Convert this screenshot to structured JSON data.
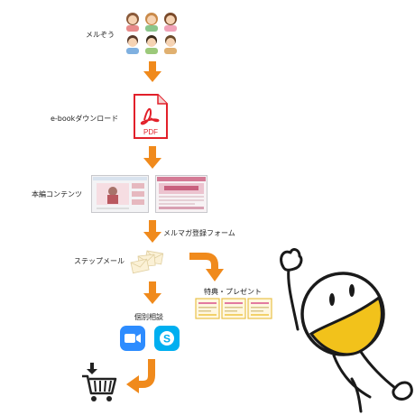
{
  "flow": {
    "step1_label": "メルぞう",
    "step2_label": "e-bookダウンロード",
    "step3_label": "本編コンテンツ",
    "step4_label": "メルマガ登録フォーム",
    "step5_label": "ステップメール",
    "step6_label": "特典・プレゼント",
    "step7_label": "個別相談"
  },
  "pdf_icon": {
    "caption": "PDF"
  },
  "colors": {
    "arrow": "#f08a1c",
    "pdf_red": "#e2202a",
    "zoom_blue": "#2d8cff",
    "skype_blue": "#00aff0",
    "character_yellow": "#f2c21b"
  },
  "icons": [
    "people-group-icon",
    "pdf-file-icon",
    "website-screenshots",
    "envelopes-icon",
    "coupon-cards",
    "zoom-icon",
    "skype-icon",
    "shopping-cart-icon",
    "stick-figure-character"
  ]
}
